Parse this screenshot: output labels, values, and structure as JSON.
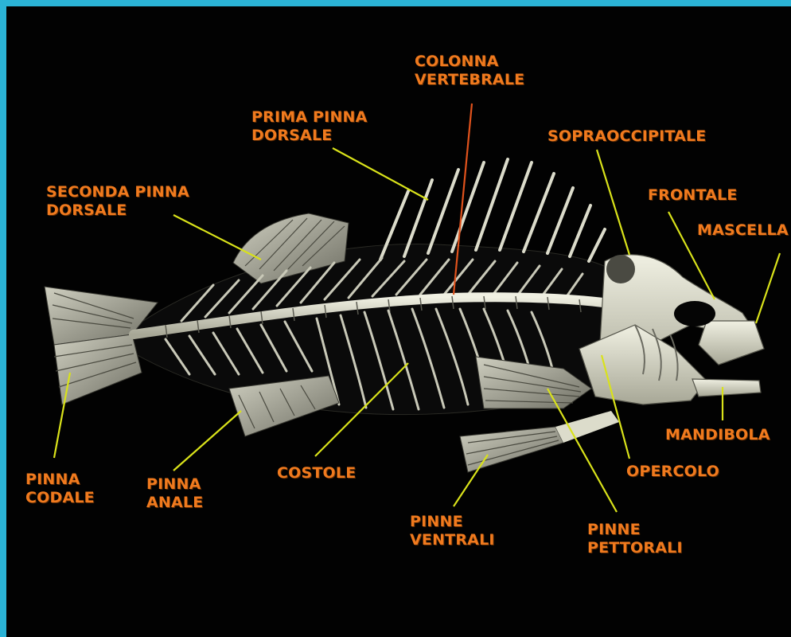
{
  "labels": {
    "colonna_vertebrale": [
      "COLONNA",
      "VERTEBRALE"
    ],
    "prima_pinna_dorsale": [
      "PRIMA PINNA",
      "DORSALE"
    ],
    "sopraoccipitale": "SOPRAOCCIPITALE",
    "seconda_pinna_dorsale": [
      "SECONDA PINNA",
      "DORSALE"
    ],
    "frontale": "FRONTALE",
    "mascella": "MASCELLA",
    "mandibola": "MANDIBOLA",
    "opercolo": "OPERCOLO",
    "costole": "COSTOLE",
    "pinna_codale": [
      "PINNA",
      "CODALE"
    ],
    "pinna_anale": [
      "PINNA",
      "ANALE"
    ],
    "pinne_ventrali": [
      "PINNE",
      "VENTRALI"
    ],
    "pinne_pettorali": [
      "PINNE",
      "PETTORALI"
    ]
  },
  "colors": {
    "frame": "#2bb3d6",
    "background": "#020202",
    "label_text": "#f07a1e",
    "pointer_line": "#d9e21a",
    "vertebral_pointer": "#e0521c",
    "bone": "#dcdccb"
  },
  "icons": {
    "diagram": "fish-skeleton-illustration"
  }
}
